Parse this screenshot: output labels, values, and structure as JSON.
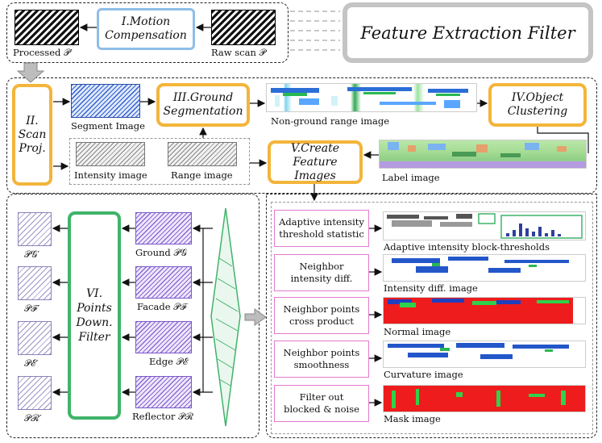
{
  "title": "Feature Extraction Filter",
  "modules": {
    "motion": [
      "I.Motion",
      "Compensation"
    ],
    "scan_proj": [
      "II.",
      "Scan",
      "Proj."
    ],
    "ground_seg": [
      "III.Ground",
      "Segmentation"
    ],
    "clustering": [
      "IV.Object",
      "Clustering"
    ],
    "feature_images": [
      "V.Create",
      "Feature Images"
    ],
    "down_filter": [
      "VI.",
      "Points",
      "Down.",
      "Filter"
    ]
  },
  "labels": {
    "processed": "Processed 𝒫′",
    "raw_scan": "Raw scan 𝒫",
    "segment_image": "Segment Image",
    "intensity_image": "Intensity image",
    "range_image": "Range image",
    "nonground": "Non-ground range image",
    "label_image": "Label image",
    "adaptive_block": "Adaptive intensity block-thresholds",
    "intensity_diff": "Intensity diff. image",
    "normal": "Normal image",
    "curvature": "Curvature image",
    "mask": "Mask image"
  },
  "feature_steps": [
    [
      "Adaptive intensity",
      "threshold statistic"
    ],
    [
      "Neighbor",
      "intensity diff."
    ],
    [
      "Neighbor points",
      "cross product"
    ],
    [
      "Neighbor points",
      "smoothness"
    ],
    [
      "Filter out",
      "blocked & noise"
    ]
  ],
  "point_sets": [
    {
      "name": "Ground 𝒫𝒢",
      "out": "𝒫𝒢′"
    },
    {
      "name": "Facade 𝒫ℱ",
      "out": "𝒫ℱ′"
    },
    {
      "name": "Edge 𝒫ℰ",
      "out": "𝒫ℰ′"
    },
    {
      "name": "Reflector 𝒫ℛ",
      "out": "𝒫ℛ′"
    }
  ],
  "colors": {
    "orange": "#f3b53a",
    "blue": "#8fbde8",
    "green": "#3fb46a",
    "pink": "#e17bd0",
    "purple": "#8a68d6",
    "grey": "#c4c4c4"
  }
}
